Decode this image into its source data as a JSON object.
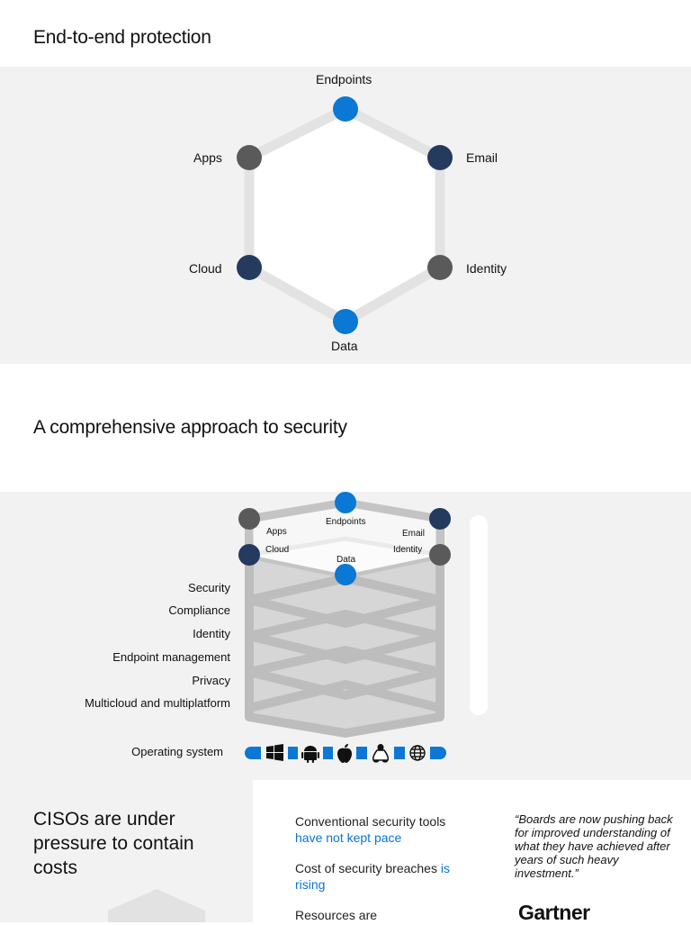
{
  "section1": {
    "title": "End-to-end protection",
    "nodes": {
      "top": "Endpoints",
      "top_right": "Email",
      "bottom_right": "Identity",
      "bottom": "Data",
      "bottom_left": "Cloud",
      "top_left": "Apps"
    }
  },
  "section2": {
    "title": "A comprehensive approach to security",
    "top_labels": {
      "endpoints": "Endpoints",
      "apps": "Apps",
      "email": "Email",
      "cloud": "Cloud",
      "identity": "Identity",
      "data": "Data"
    },
    "layers": [
      "Security",
      "Compliance",
      "Identity",
      "Endpoint management",
      "Privacy",
      "Multicloud and multiplatform"
    ],
    "os_label": "Operating system",
    "os_icons": [
      "windows-icon",
      "android-icon",
      "apple-icon",
      "linux-icon",
      "globe-icon"
    ]
  },
  "section3": {
    "title": "CISOs are under pressure to contain costs",
    "pains": [
      {
        "text": "Conventional security tools",
        "highlight": "have not kept pace"
      },
      {
        "text": "Cost of security breaches",
        "highlight": "is rising"
      },
      {
        "text": "Resources are",
        "highlight": ""
      }
    ],
    "quote": "“Boards are now pushing back for improved understanding of what they have achieved after years of such heavy investment.”",
    "quote_source": "Gartner"
  },
  "colors": {
    "blue": "#0a78d4",
    "navy": "#243a5e",
    "gray": "#5a5a5a",
    "band": "#f2f2f2",
    "link": "#0a74d1"
  }
}
